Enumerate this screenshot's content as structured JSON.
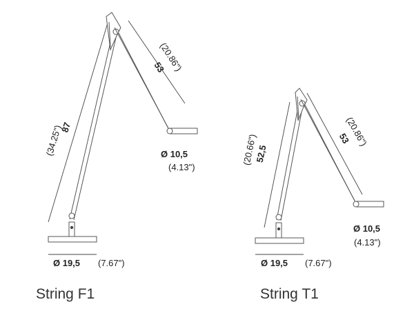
{
  "lamps": [
    {
      "title": "String F1",
      "height_cm": "87",
      "height_in": "(34.25\")",
      "arm_cm": "53",
      "arm_in": "(20.86\")",
      "head_diameter_cm": "Ø 10,5",
      "head_diameter_in": "(4.13\")",
      "base_diameter_cm": "Ø 19,5",
      "base_diameter_in": "(7.67\")"
    },
    {
      "title": "String T1",
      "height_cm": "52,5",
      "height_in": "(20.66\")",
      "arm_cm": "53",
      "arm_in": "(20.86\")",
      "head_diameter_cm": "Ø 10,5",
      "head_diameter_in": "(4.13\")",
      "base_diameter_cm": "Ø 19,5",
      "base_diameter_in": "(7.67\")"
    }
  ]
}
